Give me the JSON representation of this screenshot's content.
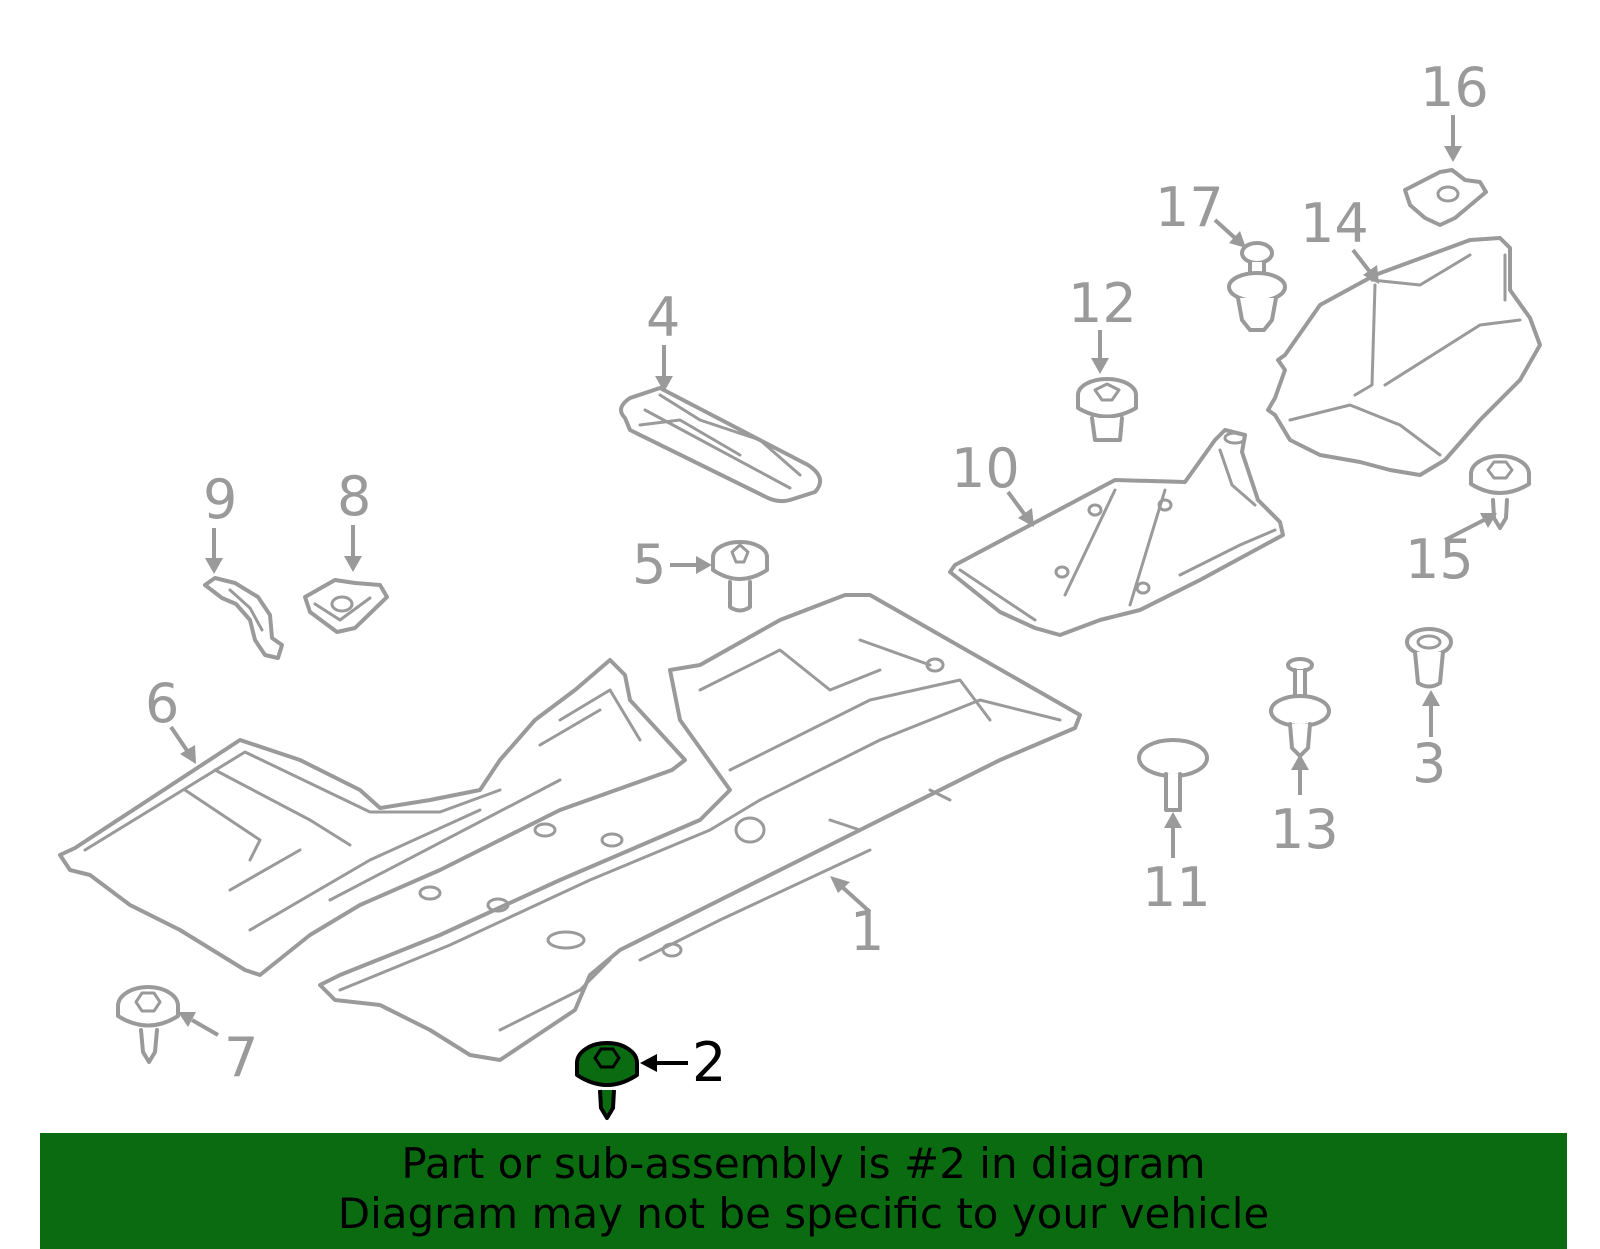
{
  "colors": {
    "highlight": "#0a6b10",
    "line": "#9a9a9a",
    "banner": "#0a6b10"
  },
  "callouts": [
    {
      "id": "1",
      "text": "1"
    },
    {
      "id": "2",
      "text": "2",
      "highlighted": true
    },
    {
      "id": "3",
      "text": "3"
    },
    {
      "id": "4",
      "text": "4"
    },
    {
      "id": "5",
      "text": "5"
    },
    {
      "id": "6",
      "text": "6"
    },
    {
      "id": "7",
      "text": "7"
    },
    {
      "id": "8",
      "text": "8"
    },
    {
      "id": "9",
      "text": "9"
    },
    {
      "id": "10",
      "text": "10"
    },
    {
      "id": "11",
      "text": "11"
    },
    {
      "id": "12",
      "text": "12"
    },
    {
      "id": "13",
      "text": "13"
    },
    {
      "id": "14",
      "text": "14"
    },
    {
      "id": "15",
      "text": "15"
    },
    {
      "id": "16",
      "text": "16"
    },
    {
      "id": "17",
      "text": "17"
    }
  ],
  "banner": {
    "line1": "Part or sub-assembly is #2 in diagram",
    "line2": "Diagram may not be specific to your vehicle"
  }
}
